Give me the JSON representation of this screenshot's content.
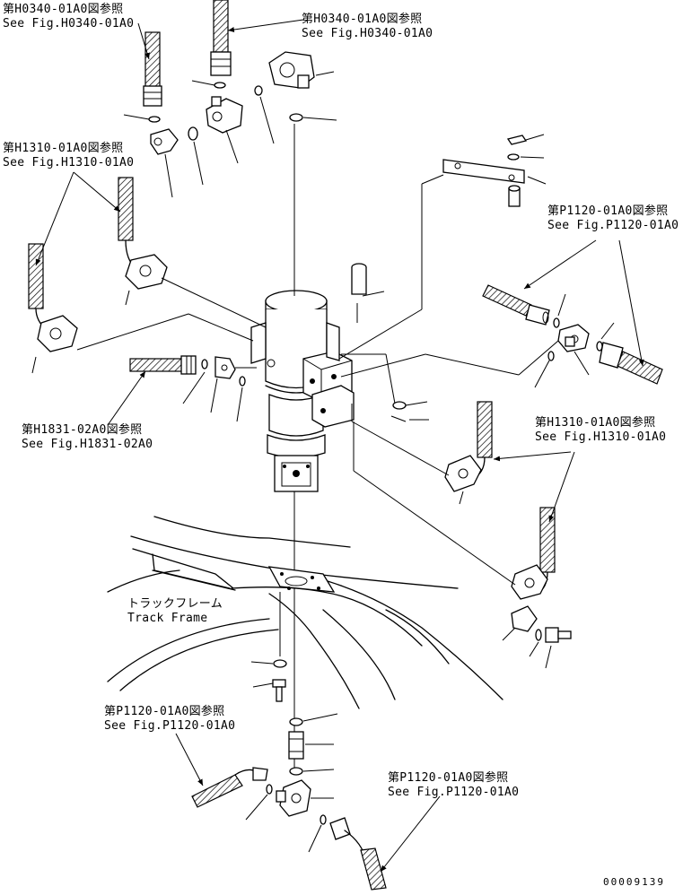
{
  "refs": {
    "h0340_left": {
      "jp": "第H0340-01A0図参照",
      "en": "See Fig.H0340-01A0"
    },
    "h0340_right": {
      "jp": "第H0340-01A0図参照",
      "en": "See Fig.H0340-01A0"
    },
    "h1310_left": {
      "jp": "第H1310-01A0図参照",
      "en": "See Fig.H1310-01A0"
    },
    "p1120_right": {
      "jp": "第P1120-01A0図参照",
      "en": "See Fig.P1120-01A0"
    },
    "h1831": {
      "jp": "第H1831-02A0図参照",
      "en": "See Fig.H1831-02A0"
    },
    "h1310_right": {
      "jp": "第H1310-01A0図参照",
      "en": "See Fig.H1310-01A0"
    },
    "p1120_bottom_left": {
      "jp": "第P1120-01A0図参照",
      "en": "See Fig.P1120-01A0"
    },
    "p1120_bottom_right": {
      "jp": "第P1120-01A0図参照",
      "en": "See Fig.P1120-01A0"
    }
  },
  "track_frame": {
    "jp": "トラックフレーム",
    "en": "Track Frame"
  },
  "drawing_number": "00009139"
}
